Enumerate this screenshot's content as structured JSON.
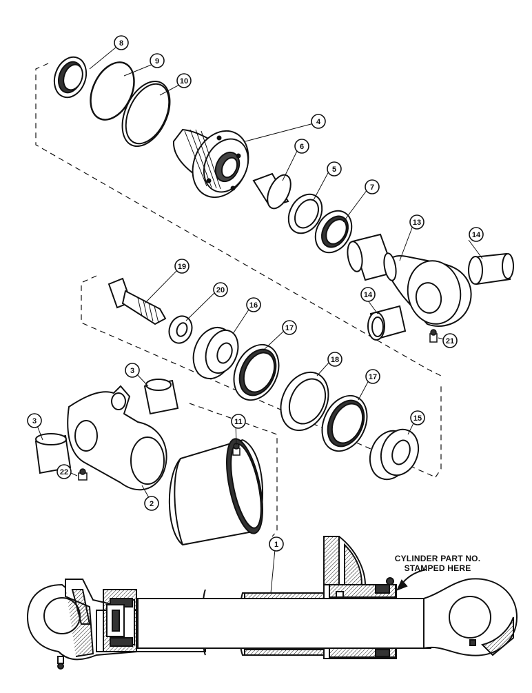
{
  "diagram": {
    "callouts": {
      "c1": "1",
      "c2": "2",
      "c3a": "3",
      "c3b": "3",
      "c4": "4",
      "c5": "5",
      "c6": "6",
      "c7": "7",
      "c8": "8",
      "c9": "9",
      "c10": "10",
      "c11": "11",
      "c13": "13",
      "c14a": "14",
      "c14b": "14",
      "c15": "15",
      "c16": "16",
      "c17a": "17",
      "c17b": "17",
      "c18": "18",
      "c19": "19",
      "c20": "20",
      "c21": "21",
      "c22": "22"
    },
    "note": {
      "line1": "CYLINDER PART NO.",
      "line2": "STAMPED HERE"
    },
    "colors": {
      "ink": "#111111",
      "paper": "#ffffff",
      "shade": "#666666"
    }
  }
}
